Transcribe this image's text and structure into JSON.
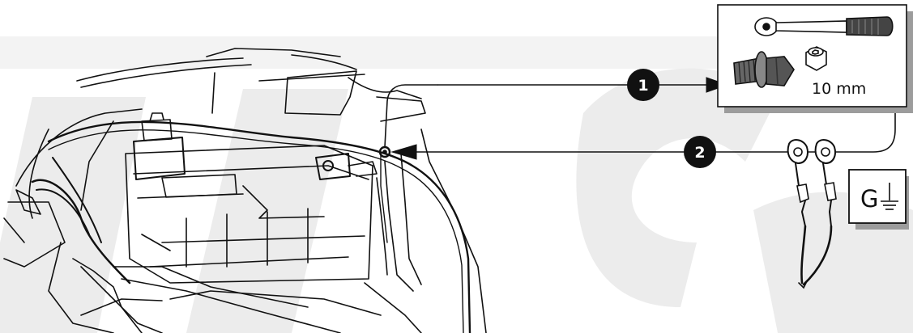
{
  "callouts": [
    {
      "number": "1"
    },
    {
      "number": "2"
    }
  ],
  "tool_box": {
    "size_label": "10 mm",
    "icons": [
      "ratchet-wrench-icon",
      "socket-icon",
      "flange-bolt-icon"
    ]
  },
  "ground_badge": {
    "letter": "G",
    "icon": "ground-symbol-icon"
  },
  "colors": {
    "line": "#111111",
    "watermark": "#ebebeb",
    "badge_shadow": "#9a9a9a",
    "background": "#ffffff"
  }
}
